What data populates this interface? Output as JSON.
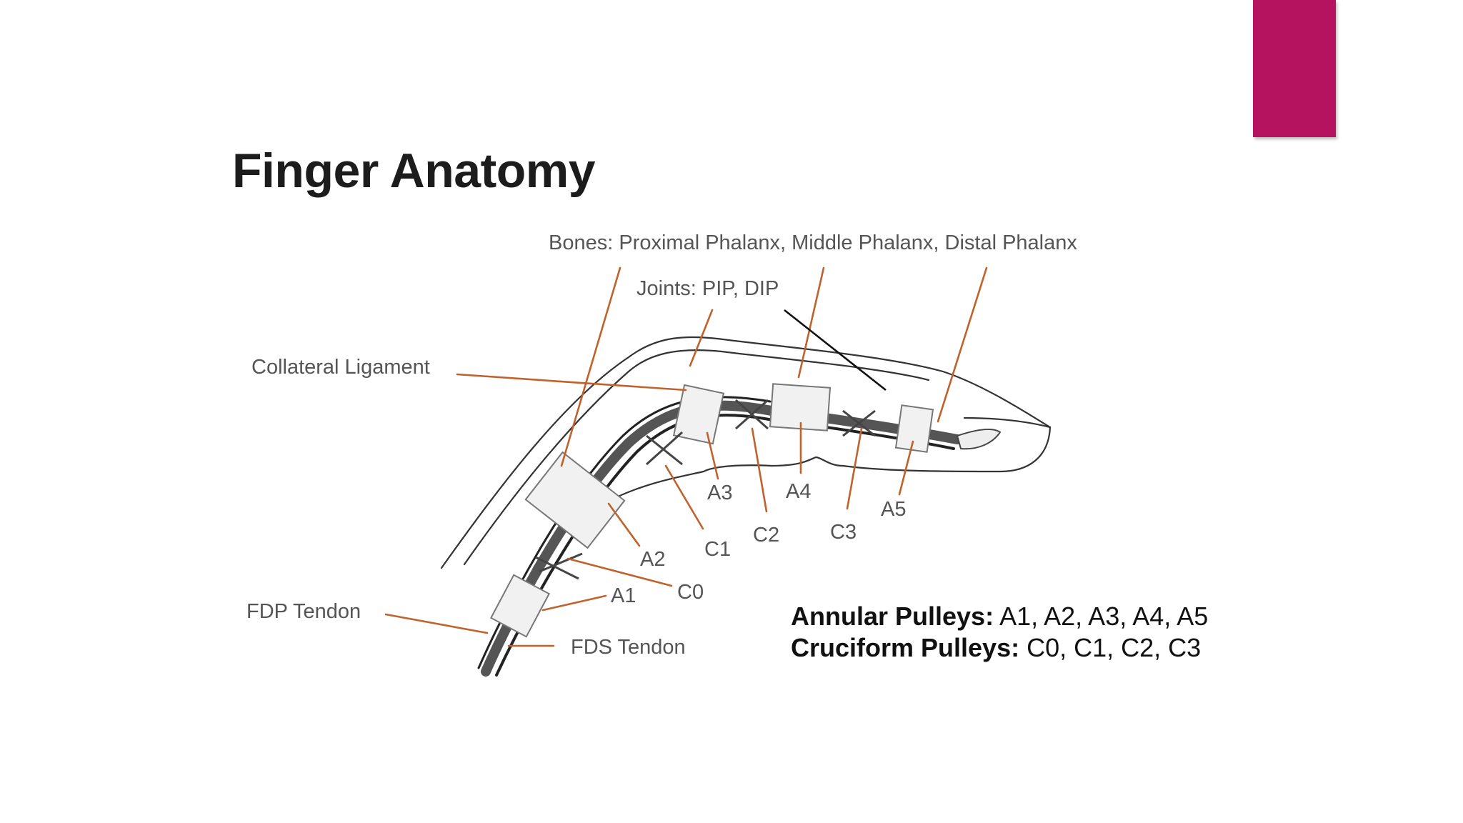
{
  "slide": {
    "title": "Finger Anatomy",
    "accent_color": "#b5135f"
  },
  "diagram": {
    "labels": {
      "bones": "Bones: Proximal Phalanx, Middle Phalanx, Distal Phalanx",
      "joints": "Joints: PIP, DIP",
      "collateral": "Collateral Ligament",
      "fdp": "FDP Tendon",
      "fds": "FDS Tendon",
      "a1": "A1",
      "a2": "A2",
      "a3": "A3",
      "a4": "A4",
      "a5": "A5",
      "c0": "C0",
      "c1": "C1",
      "c2": "C2",
      "c3": "C3"
    },
    "leader_color": "#c0622b"
  },
  "legend": {
    "annular_label": "Annular Pulleys:",
    "annular_values": "A1, A2, A3, A4, A5",
    "cruciform_label": "Cruciform Pulleys:",
    "cruciform_values": "C0, C1, C2, C3"
  }
}
